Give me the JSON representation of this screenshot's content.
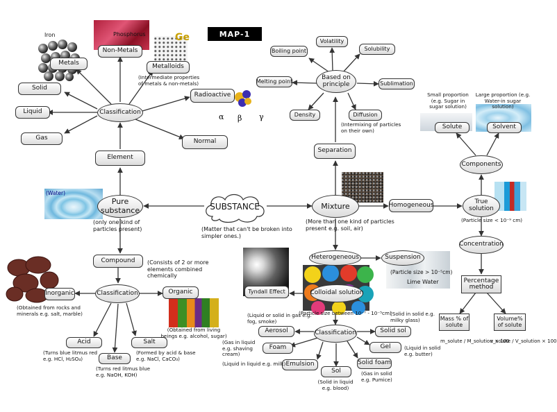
{
  "title": "MAP-1",
  "nodes": {
    "substance": "SUBSTANCE",
    "pure_substance": "Pure substance",
    "element": "Element",
    "classification_element": "Classification",
    "metals": "Metals",
    "non_metals": "Non-Metals",
    "metalloids": "Metalloids",
    "radioactive": "Radioactive",
    "normal": "Normal",
    "solid": "Solid",
    "liquid": "Liquid",
    "gas": "Gas",
    "compound": "Compound",
    "classification_compound": "Classification",
    "inorganic": "Inorganic",
    "organic": "Organic",
    "acid": "Acid",
    "base": "Base",
    "salt": "Salt",
    "mixture": "Mixture",
    "separation": "Separation",
    "based_on_principle": "Based on principle",
    "volatility": "Volatility",
    "boiling_point": "Boiling point",
    "solubility": "Solubility",
    "melting_point": "Melting point",
    "sublimation": "Sublimation",
    "density": "Density",
    "diffusion": "Diffusion",
    "homogeneous": "Homogeneous",
    "true_solution": "True solution",
    "components": "Components",
    "solute": "Solute",
    "solvent": "Solvent",
    "concentration": "Concentration",
    "percentage_method": "Percentage method",
    "mass_percent": "Mass % of solute",
    "volume_percent": "Volume% of solute",
    "heterogeneous": "Heterogeneous",
    "suspension": "Suspension",
    "colloidal_solution": "Colloidal solution",
    "tyndall_effect": "Tyndall Effect",
    "classification_colloid": "Classification",
    "aerosol": "Aerosol",
    "foam": "Foam",
    "emulsion": "Emulsion",
    "sol": "Sol",
    "solid_foam": "Solid foam",
    "gel": "Gel",
    "solid_sol": "Solid sol"
  },
  "notes": {
    "substance": "(Matter that can't be broken into simpler ones.)",
    "pure_substance": "(only one kind of particles present)",
    "metalloids": "(Intermediate properties of metals & non-metals)",
    "compound": "(Consists of 2 or more elements combined chemically",
    "inorganic": "(Obtained from rocks and minerals e.g. salt, marble)",
    "organic": "(Obtained from living beings e.g. alcohol, sugar)",
    "acid": "(Turns blue litmus red e.g. HCl, H₂SO₄)",
    "base": "(Turns red litmus blue e.g. NaOH, KOH)",
    "salt": "(Formed by acid & base e.g. NaCl, CaCO₃)",
    "mixture": "(More than one kind of particles present e.g. soil, air)",
    "diffusion": "(Intermixing of particles on their own)",
    "small_proportion": "Small proportion (e.g. Sugar in sugar solution)",
    "large_proportion": "Large proportion (e.g. Water-in sugar solution)",
    "true_solution": "(Particle size < 10⁻⁹ cm)",
    "suspension": "(Particle size > 10⁻⁵cm)",
    "lime_water": "Lime Water",
    "colloidal": "(Particle size between 10⁻⁷ - 10⁻⁵cm)",
    "aerosol": "(Liquid or solid in gas e.g. fog, smoke)",
    "foam": "(Gas in liquid e.g. shaving cream)",
    "emulsion": "(Liquid in liquid e.g. milk)",
    "sol": "(Solid in liquid e.g. blood)",
    "solid_foam": "(Gas in solid e.g. Pumice)",
    "gel": "(Liquid in solid e.g. butter)",
    "solid_sol": "(Solid in solid e.g. milky glass)",
    "mass_formula": "m_solute / M_solution × 100",
    "volume_formula": "v_solute / V_solution × 100"
  },
  "image_labels": {
    "iron": "Iron",
    "phosphorus": "Phosphorus",
    "ge": "Ge",
    "water": "(Water)"
  },
  "radiation": {
    "alpha": "α",
    "beta": "β",
    "gamma": "γ"
  }
}
